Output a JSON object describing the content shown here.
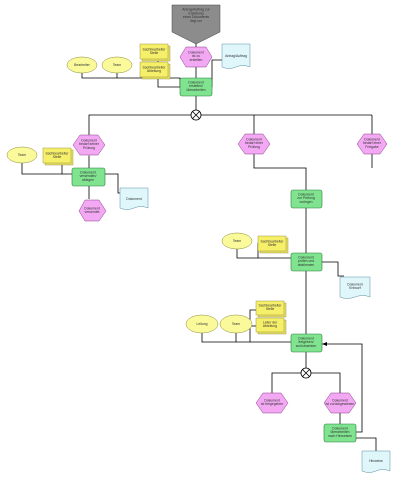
{
  "colors": {
    "event": "#f2a8f2",
    "event_stroke": "#8a3f8a",
    "function": "#7fe38f",
    "function_stroke": "#2f7d3c",
    "org_unit": "#f6ef6a",
    "org_stroke": "#8c8426",
    "role": "#fafa9a",
    "role_stroke": "#8a8a3a",
    "document": "#dff6fb",
    "document_stroke": "#5b8fa0",
    "start": "#8c8c8c",
    "start_stroke": "#444444",
    "connector": "#000000"
  },
  "nodes": {
    "start": {
      "lines": [
        "Antrag/Auftrag zur",
        "Erstellung",
        "eines Dokuments",
        "liegt vor"
      ]
    },
    "ev_top": {
      "lines": [
        "Dokument",
        "ist zu",
        "erstellen"
      ]
    },
    "org_top_1": {
      "lines": [
        "Sachbearbeiter",
        "Stelle"
      ]
    },
    "org_top_2": {
      "lines": [
        "Sachbearbeiter",
        "Abteilung"
      ]
    },
    "role_top_1": {
      "lines": [
        "Bearbeiter"
      ]
    },
    "role_top_2": {
      "lines": [
        "Team"
      ]
    },
    "doc_top": {
      "lines": [
        "Antrag/Auftrag"
      ]
    },
    "fn_top": {
      "lines": [
        "Dokument",
        "erstellen/",
        "überarbeiten"
      ]
    },
    "ev_left": {
      "lines": [
        "Dokument",
        "bedarf keiner",
        "Prüfung"
      ]
    },
    "ev_mid": {
      "lines": [
        "Dokument",
        "bedarf einer",
        "Prüfung"
      ]
    },
    "ev_right": {
      "lines": [
        "Dokument",
        "bedarf einer",
        "Freigabe"
      ]
    },
    "role_left": {
      "lines": [
        "Team"
      ]
    },
    "org_left": {
      "lines": [
        "Sachbearbeiter",
        "Stelle"
      ]
    },
    "fn_left": {
      "lines": [
        "Dokument",
        "versenden/",
        "ablegen"
      ]
    },
    "doc_left": {
      "lines": [
        "Dokument"
      ]
    },
    "ev_left_end": {
      "lines": [
        "Dokument",
        "versendet"
      ]
    },
    "fn_mid1": {
      "lines": [
        "Dokument",
        "zur Prüfung",
        "vorlegen"
      ]
    },
    "role_mid": {
      "lines": [
        "Team"
      ]
    },
    "org_mid": {
      "lines": [
        "Sachbearbeiter",
        "Stelle"
      ]
    },
    "fn_mid2": {
      "lines": [
        "Dokument",
        "prüfen und",
        "abstimmen"
      ]
    },
    "doc_mid": {
      "lines": [
        "Dokument",
        "Entwurf"
      ]
    },
    "role_low_1": {
      "lines": [
        "Leitung"
      ]
    },
    "role_low_2": {
      "lines": [
        "Team"
      ]
    },
    "org_low_1": {
      "lines": [
        "Sachbearbeiter",
        "Stelle"
      ]
    },
    "org_low_2": {
      "lines": [
        "Leiter der",
        "Abteilung"
      ]
    },
    "fn_low": {
      "lines": [
        "Dokument",
        "freigeben/",
        "zurückweisen"
      ]
    },
    "ev_low_left": {
      "lines": [
        "Dokument",
        "ist freigegeben"
      ]
    },
    "ev_low_right": {
      "lines": [
        "Dokument",
        "ist zurückgewiesen"
      ]
    },
    "fn_last": {
      "lines": [
        "Dokument",
        "überarbeiten",
        "nach Hinweisen"
      ]
    },
    "doc_last": {
      "lines": [
        "Hinweise"
      ]
    }
  }
}
